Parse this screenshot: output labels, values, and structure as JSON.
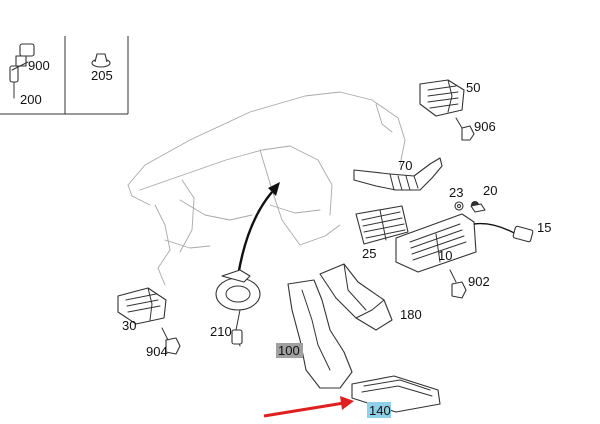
{
  "diagram": {
    "inset_labels": {
      "part_900": "900",
      "part_200": "200",
      "part_205": "205"
    },
    "labels": {
      "part_50": "50",
      "part_906": "906",
      "part_70": "70",
      "part_23": "23",
      "part_20": "20",
      "part_15": "15",
      "part_25": "25",
      "part_10": "10",
      "part_902": "902",
      "part_180": "180",
      "part_30": "30",
      "part_904": "904",
      "part_210": "210",
      "part_100": "100",
      "part_140": "140"
    },
    "highlights": {
      "part_100_bg": "#a0a0a0",
      "part_140_bg": "#8fcfe8"
    },
    "pointer_arrow_color": "#e02020"
  }
}
